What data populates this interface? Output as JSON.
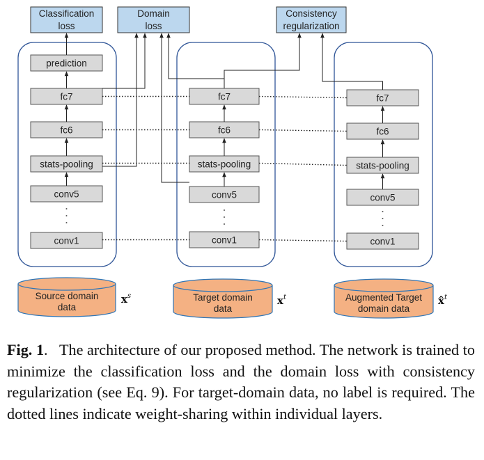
{
  "losses": {
    "classification": [
      "Classification",
      "loss"
    ],
    "domain": [
      "Domain",
      "loss"
    ],
    "consistency": [
      "Consistency",
      "regularization"
    ]
  },
  "columns": [
    {
      "layers": [
        "prediction",
        "fc7",
        "fc6",
        "stats-pooling",
        "conv5",
        "conv1"
      ],
      "data_label": [
        "Source domain",
        "data"
      ],
      "symbol": "x",
      "superscript": "s"
    },
    {
      "layers": [
        "fc7",
        "fc6",
        "stats-pooling",
        "conv5",
        "conv1"
      ],
      "data_label": [
        "Target domain",
        "data"
      ],
      "symbol": "x",
      "superscript": "t"
    },
    {
      "layers": [
        "fc7",
        "fc6",
        "stats-pooling",
        "conv5",
        "conv1"
      ],
      "data_label": [
        "Augmented Target",
        "domain data"
      ],
      "symbol": "x̂",
      "superscript": "t"
    }
  ],
  "colors": {
    "loss_fill": "#bcd7ee",
    "layer_fill": "#d9d9d9",
    "group_stroke": "#2f5597",
    "data_fill": "#f4b183",
    "data_stroke": "#2e75b6"
  },
  "caption": {
    "label": "Fig. 1",
    "sep": ".",
    "text": "The architecture of our proposed method. The network is trained to minimize the classification loss and the domain loss with consistency regularization (see Eq. 9). For target-domain data, no label is required. The dotted lines indicate weight-sharing within individual layers."
  }
}
